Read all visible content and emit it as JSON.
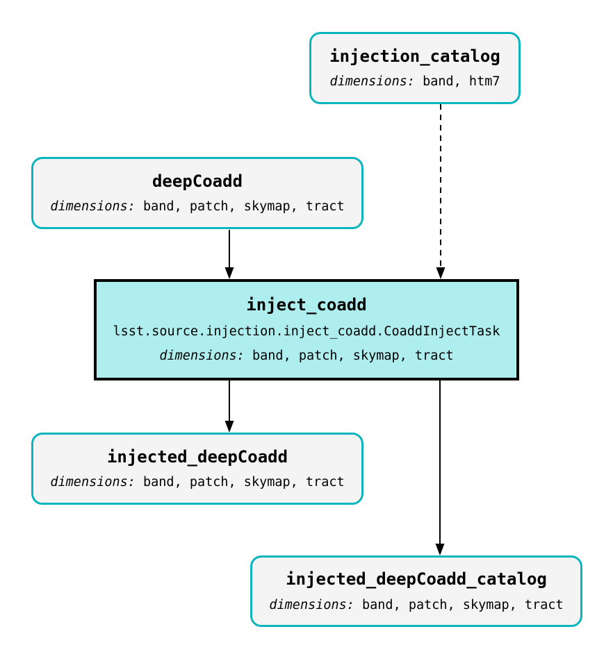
{
  "diagram": {
    "type": "pipeline-graph",
    "colors": {
      "background": "#ffffff",
      "dataset_node_fill": "#f4f4f4",
      "dataset_node_border": "#0ab5bd",
      "task_node_fill": "#afeeee",
      "task_node_border": "#000000",
      "edge": "#000000",
      "text": "#000000"
    },
    "nodes": {
      "injection_catalog": {
        "title": "injection_catalog",
        "dimensions_label": "dimensions:",
        "dimensions": "band, htm7",
        "kind": "dataset"
      },
      "deepCoadd": {
        "title": "deepCoadd",
        "dimensions_label": "dimensions:",
        "dimensions": "band, patch, skymap, tract",
        "kind": "dataset"
      },
      "inject_coadd": {
        "title": "inject_coadd",
        "task_class": "lsst.source.injection.inject_coadd.CoaddInjectTask",
        "dimensions_label": "dimensions:",
        "dimensions": "band, patch, skymap, tract",
        "kind": "task"
      },
      "injected_deepCoadd": {
        "title": "injected_deepCoadd",
        "dimensions_label": "dimensions:",
        "dimensions": "band, patch, skymap, tract",
        "kind": "dataset"
      },
      "injected_deepCoadd_catalog": {
        "title": "injected_deepCoadd_catalog",
        "dimensions_label": "dimensions:",
        "dimensions": "band, patch, skymap, tract",
        "kind": "dataset"
      }
    },
    "edges": [
      {
        "from": "deepCoadd",
        "to": "inject_coadd",
        "style": "solid"
      },
      {
        "from": "injection_catalog",
        "to": "inject_coadd",
        "style": "dashed"
      },
      {
        "from": "inject_coadd",
        "to": "injected_deepCoadd",
        "style": "solid"
      },
      {
        "from": "inject_coadd",
        "to": "injected_deepCoadd_catalog",
        "style": "solid"
      }
    ]
  }
}
